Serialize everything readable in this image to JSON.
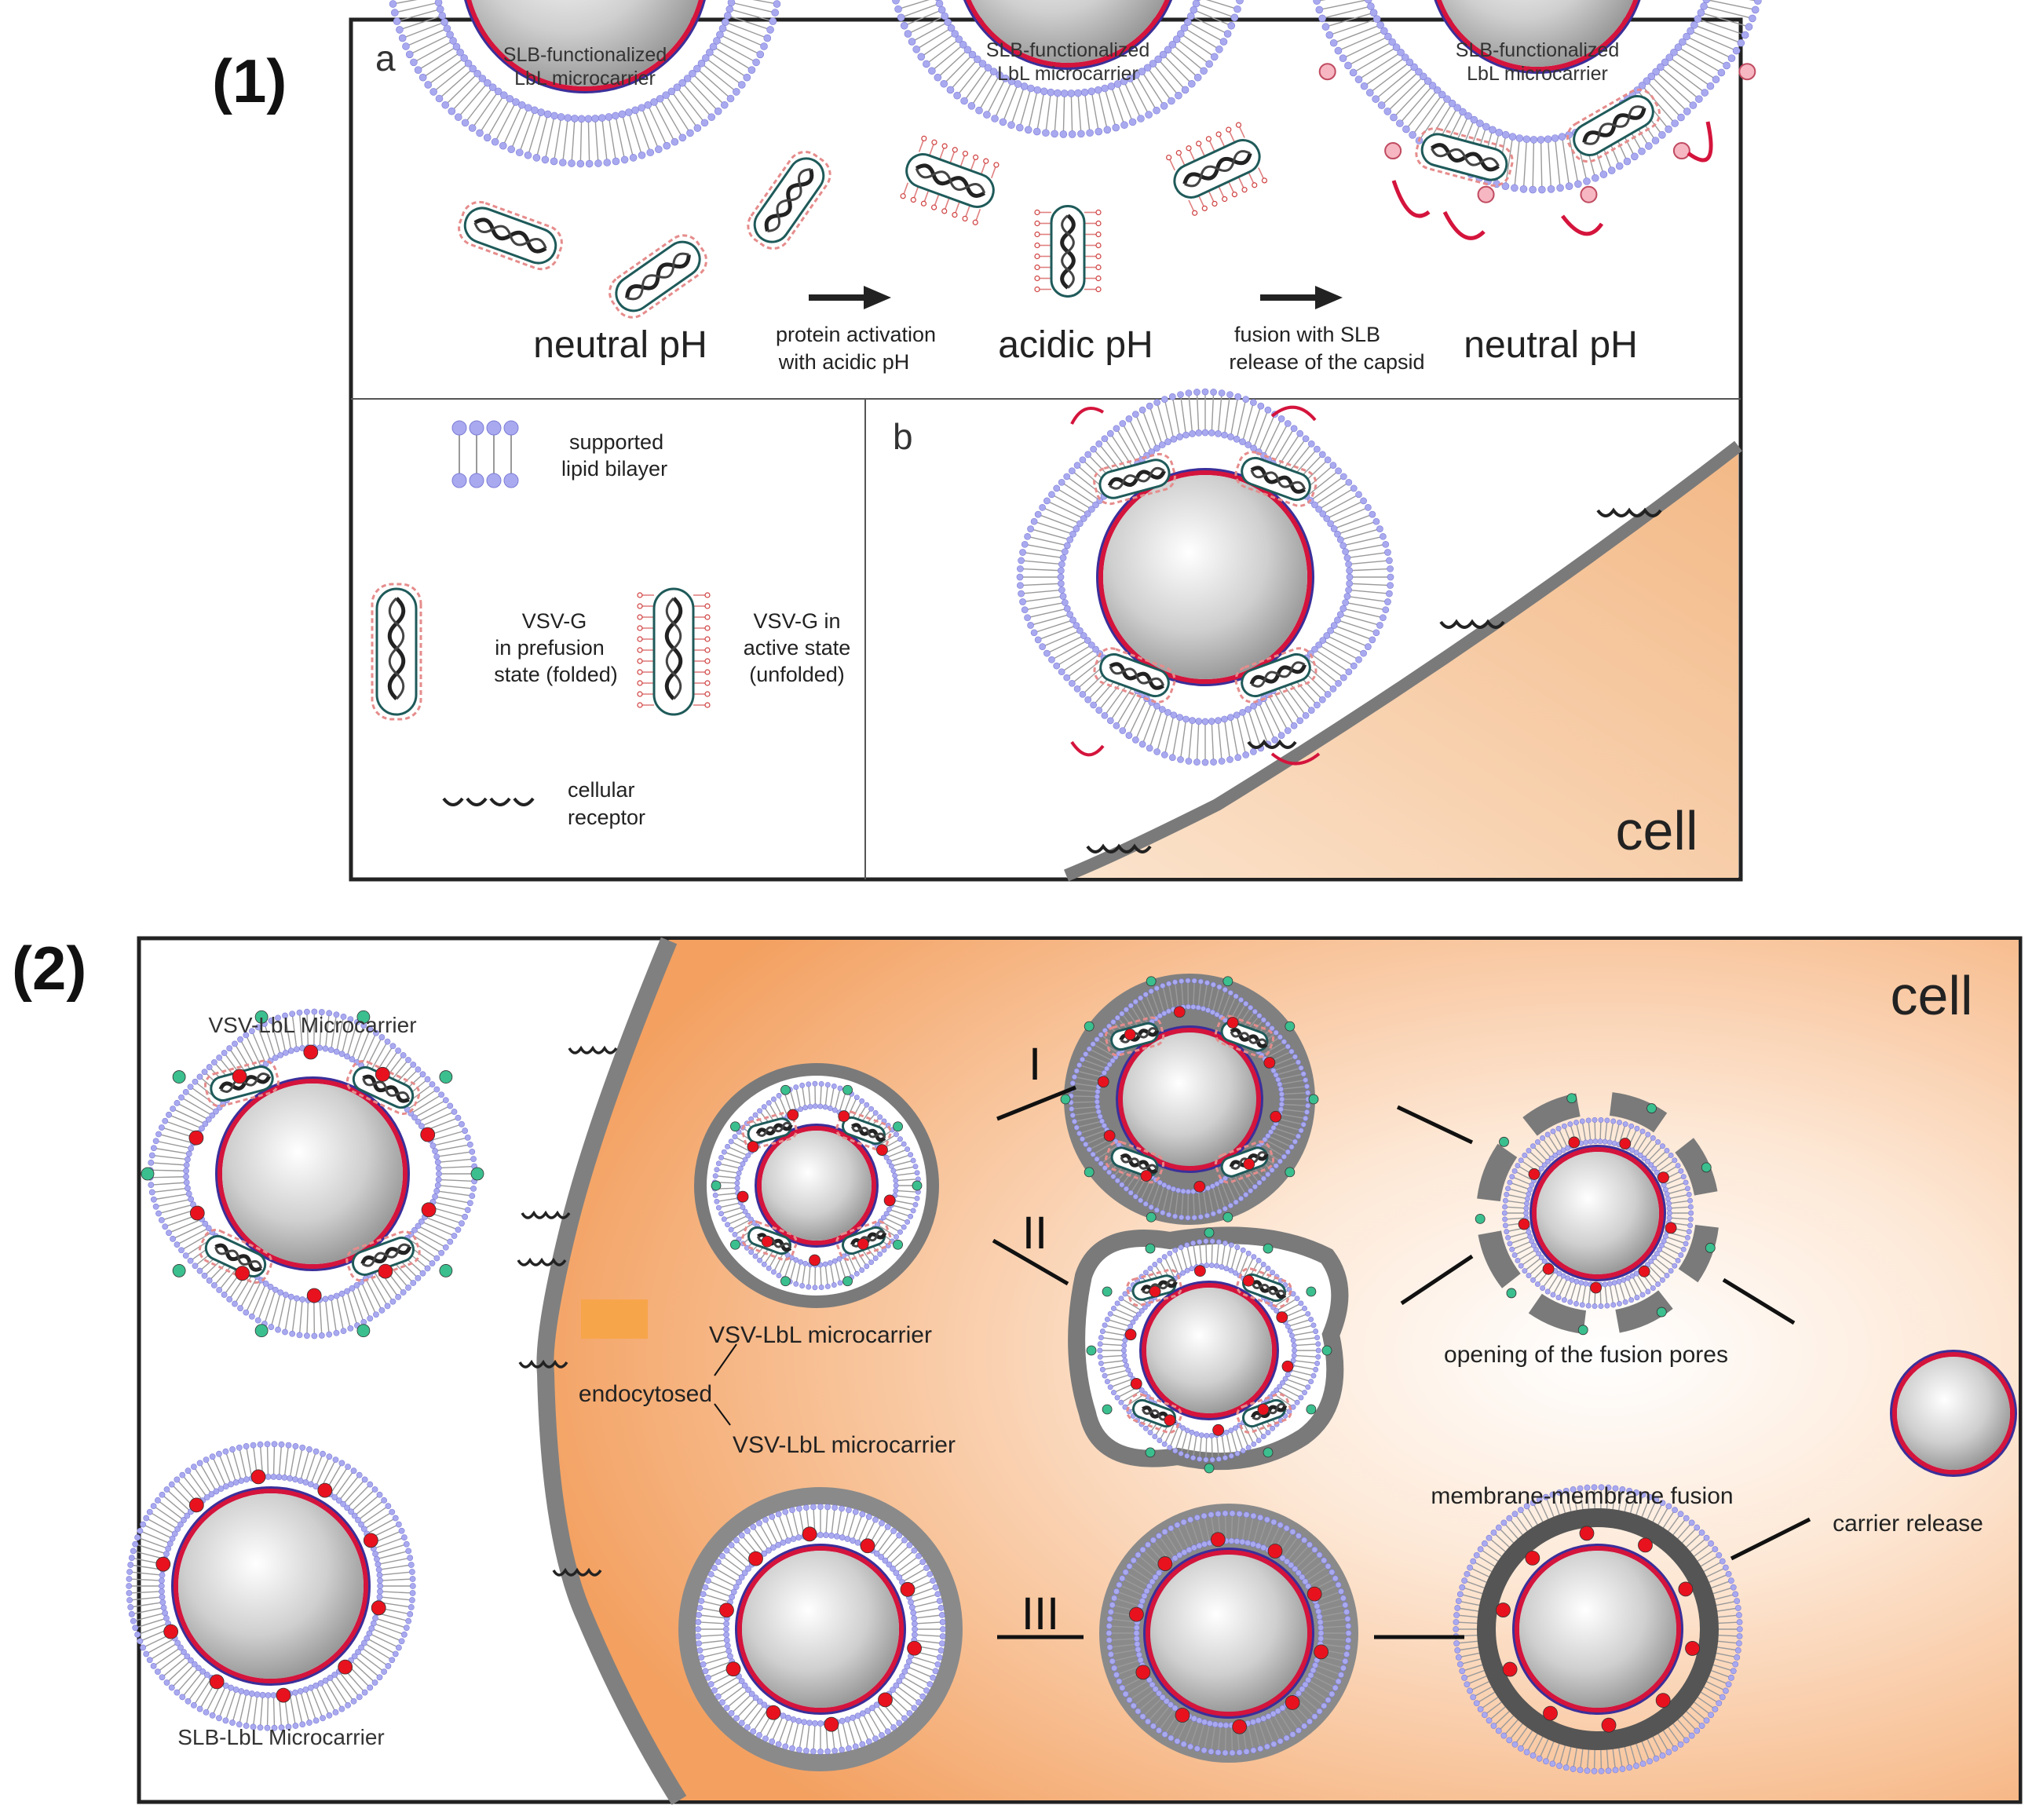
{
  "panels": {
    "p1": {
      "label": "(1)",
      "a": {
        "label": "a",
        "carrier_label_1": "SLB-functionalized",
        "carrier_label_2": "LbL microcarrier",
        "state_left": "neutral pH",
        "state_mid": "acidic pH",
        "state_right": "neutral pH",
        "arrow1_line1": "protein activation",
        "arrow1_line2": "with acidic pH",
        "arrow2_line1": "fusion with SLB",
        "arrow2_line2": "release of the capsid"
      },
      "legend": {
        "bilayer_1": "supported",
        "bilayer_2": "lipid bilayer",
        "prefusion_1": "VSV-G",
        "prefusion_2": "in prefusion",
        "prefusion_3": "state (folded)",
        "active_1": "VSV-G in",
        "active_2": "active state",
        "active_3": "(unfolded)",
        "receptor_1": "cellular",
        "receptor_2": "receptor"
      },
      "b": {
        "label": "b",
        "cell": "cell"
      }
    },
    "p2": {
      "label": "(2)",
      "cell": "cell",
      "vsv_carrier": "VSV-LbL Microcarrier",
      "slb_carrier": "SLB-LbL Microcarrier",
      "endo_top": "VSV-LbL microcarrier",
      "endo_mid": "endocytosed",
      "endo_bottom": "VSV-LbL microcarrier",
      "route_1": "I",
      "route_2": "II",
      "route_3": "III",
      "pores": "opening of the fusion pores",
      "mm_fusion": "membrane-membrane fusion",
      "release": "carrier release"
    }
  },
  "colors": {
    "lipid_head": "#a9a9f0",
    "lipid_tail": "#9a9a9a",
    "shell_red": "#d4143c",
    "shell_blue": "#3a2f9a",
    "cell_orange": "#f4a76a",
    "membrane_grey": "#7a7a7a",
    "green_bead": "#3bbf8f",
    "red_bead": "#e8121e"
  }
}
